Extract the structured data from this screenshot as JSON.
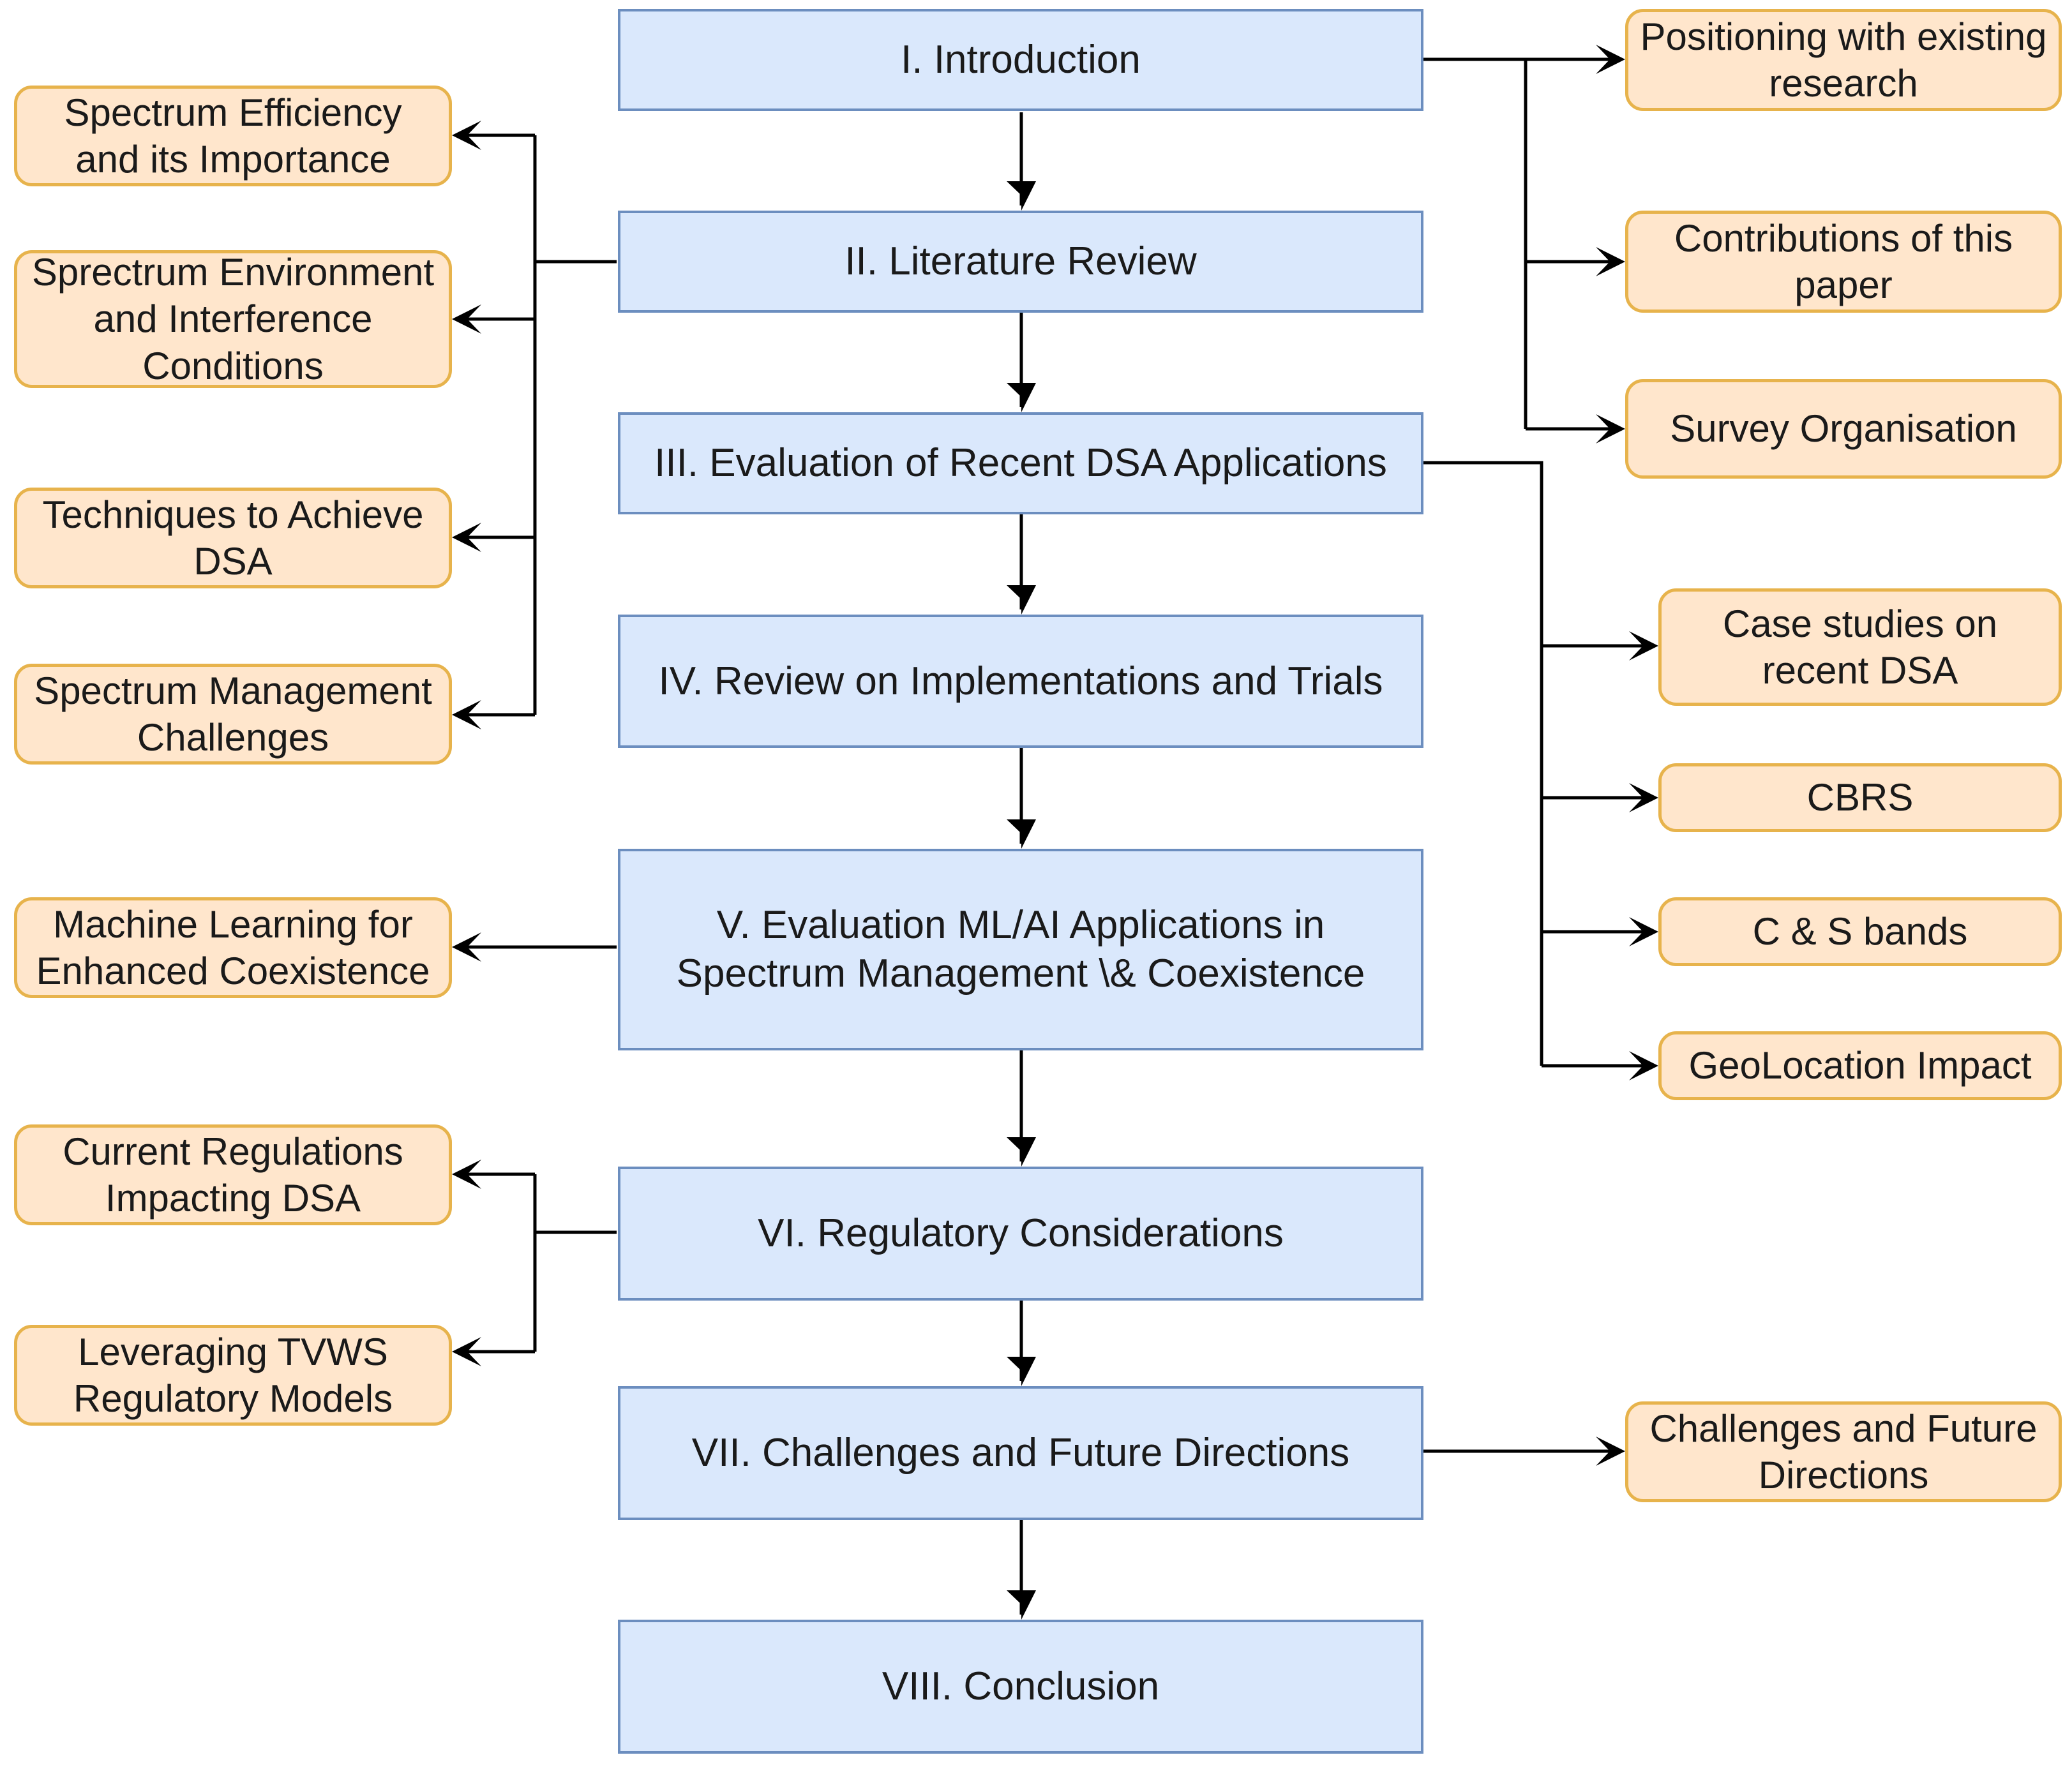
{
  "diagram": {
    "sections": [
      {
        "id": "s1",
        "label": "I. Introduction"
      },
      {
        "id": "s2",
        "label": "II. Literature Review"
      },
      {
        "id": "s3",
        "label": "III. Evaluation of Recent DSA Applications"
      },
      {
        "id": "s4",
        "label": "IV. Review on Implementations and Trials"
      },
      {
        "id": "s5",
        "label": "V. Evaluation ML/AI Applications in Spectrum Management \\& Coexistence"
      },
      {
        "id": "s6",
        "label": "VI. Regulatory Considerations"
      },
      {
        "id": "s7",
        "label": "VII. Challenges and Future Directions"
      },
      {
        "id": "s8",
        "label": "VIII. Conclusion"
      }
    ],
    "subtopics": [
      {
        "id": "t_pos",
        "parent": "s1",
        "label": "Positioning with existing research"
      },
      {
        "id": "t_contrib",
        "parent": "s1",
        "label": "Contributions of this paper"
      },
      {
        "id": "t_survey",
        "parent": "s1",
        "label": "Survey Organisation"
      },
      {
        "id": "t_eff",
        "parent": "s2",
        "label": "Spectrum Efficiency and its Importance"
      },
      {
        "id": "t_env",
        "parent": "s2",
        "label": "Sprectrum Environment and Interference Conditions"
      },
      {
        "id": "t_tech",
        "parent": "s2",
        "label": "Techniques to Achieve DSA"
      },
      {
        "id": "t_mgmt",
        "parent": "s2",
        "label": "Spectrum Management Challenges"
      },
      {
        "id": "t_case",
        "parent": "s3",
        "label": "Case studies on recent DSA"
      },
      {
        "id": "t_cbrs",
        "parent": "s3",
        "label": "CBRS"
      },
      {
        "id": "t_cs",
        "parent": "s3",
        "label": "C & S bands"
      },
      {
        "id": "t_geo",
        "parent": "s3",
        "label": "GeoLocation Impact"
      },
      {
        "id": "t_ml",
        "parent": "s5",
        "label": "Machine Learning for Enhanced Coexistence"
      },
      {
        "id": "t_reg",
        "parent": "s6",
        "label": "Current Regulations Impacting DSA"
      },
      {
        "id": "t_tvws",
        "parent": "s6",
        "label": "Leveraging TVWS Regulatory Models"
      },
      {
        "id": "t_chal",
        "parent": "s7",
        "label": "Challenges and Future Directions"
      }
    ]
  },
  "colors": {
    "section_fill": "#dae8fc",
    "section_border": "#6c8ebf",
    "subtopic_fill": "#ffe6cc",
    "subtopic_border": "#e7b34c",
    "connector": "#000000"
  }
}
